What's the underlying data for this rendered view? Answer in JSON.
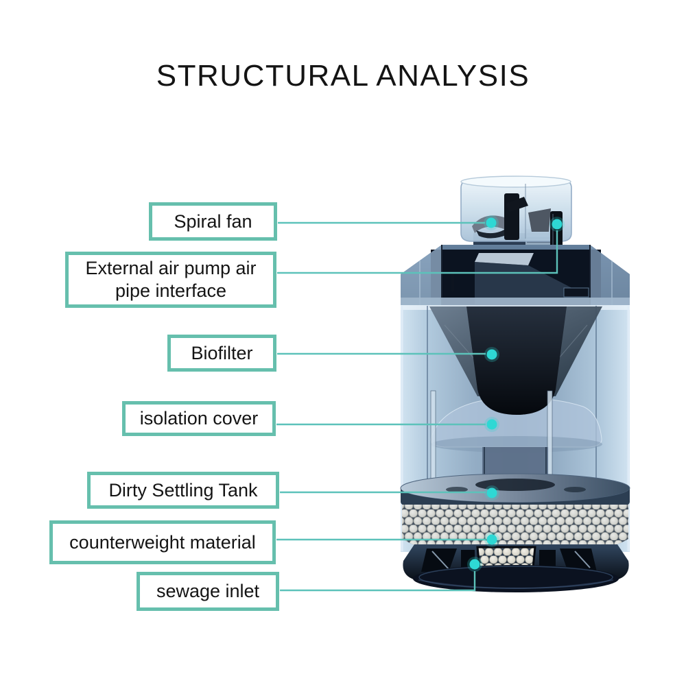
{
  "title": "STRUCTURAL ANALYSIS",
  "callouts": [
    {
      "id": "spiral-fan",
      "text": "Spiral fan"
    },
    {
      "id": "air-pipe-interface",
      "text": "External air pump air pipe interface"
    },
    {
      "id": "biofilter",
      "text": "Biofilter"
    },
    {
      "id": "isolation-cover",
      "text": "isolation cover"
    },
    {
      "id": "dirty-settling-tank",
      "text": "Dirty Settling Tank"
    },
    {
      "id": "counterweight-material",
      "text": "counterweight material"
    },
    {
      "id": "sewage-inlet",
      "text": "sewage inlet"
    }
  ],
  "colors": {
    "background": "#ffffff",
    "title_text": "#141414",
    "label_text": "#141414",
    "label_border": "#66bfad",
    "label_fill": "#ffffff",
    "leader_line": "#5cc2ba",
    "marker_dot": "#2ed8d4"
  }
}
